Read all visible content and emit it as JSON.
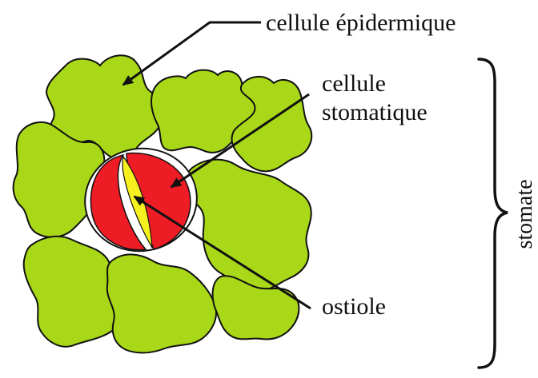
{
  "labels": {
    "epidermal_cell": "cellule épidermique",
    "stomatal_cell_line1": "cellule",
    "stomatal_cell_line2": "stomatique",
    "ostiole": "ostiole",
    "stomate": "stomate"
  },
  "colors": {
    "epidermal_fill": "#a8d818",
    "stomatal_fill": "#ee1c24",
    "ostiole_fill": "#f5f01e",
    "outline": "#111111",
    "background": "#ffffff"
  },
  "icons": {
    "brace": "right-curly-brace",
    "pointer": "arrow"
  }
}
